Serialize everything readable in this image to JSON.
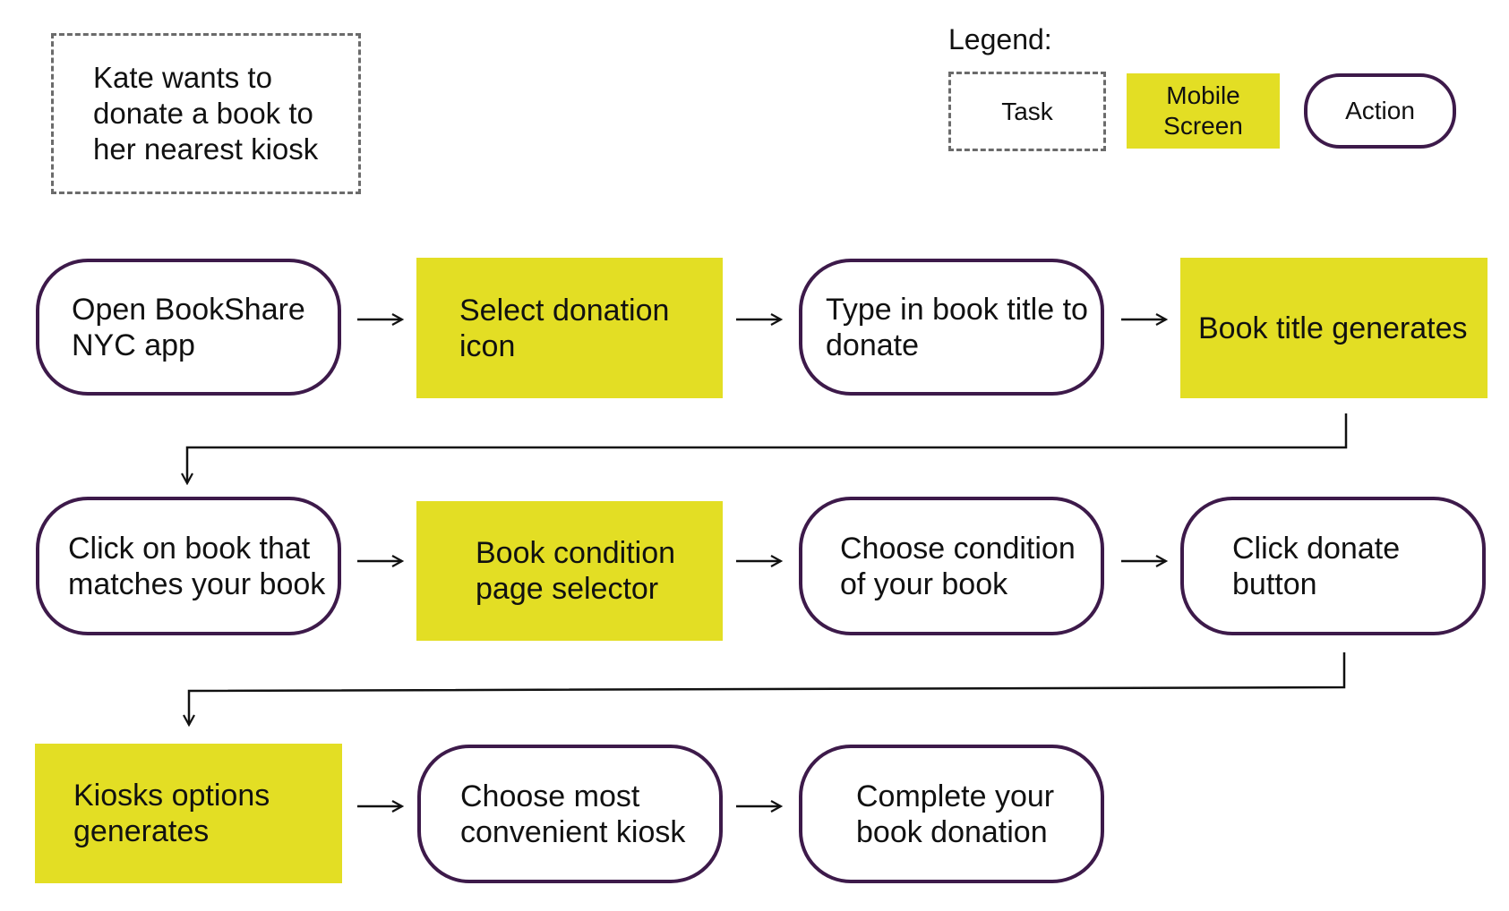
{
  "task": {
    "text": "Kate wants to donate a book to her nearest kiosk"
  },
  "legend": {
    "title": "Legend:",
    "task_label": "Task",
    "screen_label": "Mobile Screen",
    "action_label": "Action"
  },
  "colors": {
    "screen_fill": "#e3de24",
    "action_border": "#3d1a4a",
    "task_border": "#6b6b6b",
    "arrow": "#111111"
  },
  "steps": [
    {
      "type": "action",
      "label": "Open BookShare NYC app"
    },
    {
      "type": "screen",
      "label": "Select donation icon"
    },
    {
      "type": "action",
      "label": "Type in book title to donate"
    },
    {
      "type": "screen",
      "label": "Book title generates"
    },
    {
      "type": "action",
      "label": "Click on book that matches your book"
    },
    {
      "type": "screen",
      "label": "Book condition page selector"
    },
    {
      "type": "action",
      "label": "Choose condition of your book"
    },
    {
      "type": "action",
      "label": "Click donate button"
    },
    {
      "type": "screen",
      "label": "Kiosks options generates"
    },
    {
      "type": "action",
      "label": "Choose most convenient kiosk"
    },
    {
      "type": "action",
      "label": "Complete your book donation"
    }
  ]
}
